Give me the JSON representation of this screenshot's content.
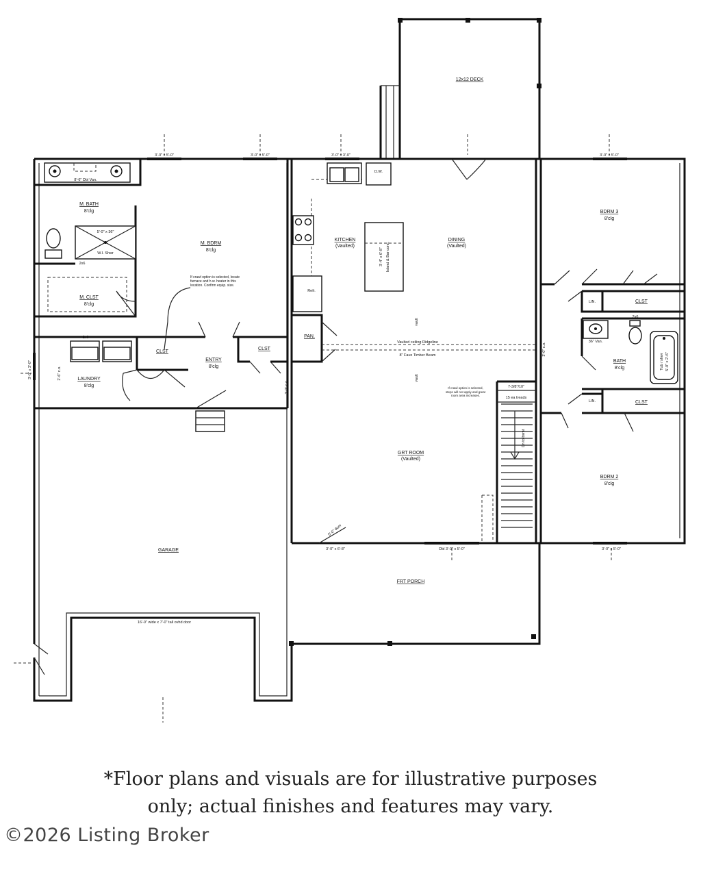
{
  "rooms": {
    "deck": "12x12 DECK",
    "master_bath": "M. BATH",
    "master_bath_clg": "8'clg",
    "double_vanity": "8'-6\" Dbl Van.",
    "shower_size": "5'-0\" x 36\"",
    "walk_in_shower": "W.I. Shwr",
    "master_bedroom": "M. BDRM",
    "master_bedroom_clg": "8'clg",
    "master_closet": "M. CLST",
    "master_closet_clg": "8'clg",
    "laundry": "LAUNDRY",
    "laundry_clg": "8'clg",
    "closet_mid": "CLST",
    "entry": "ENTRY",
    "entry_clg": "8'clg",
    "closet_entry": "CLST",
    "kitchen": "KITCHEN",
    "kitchen_sub": "(Vaulted)",
    "island": "3'-4\" x 6'-8\"",
    "island_sub": "Island & Bar conc.",
    "dining": "DINING",
    "dining_sub": "(Vaulted)",
    "refrigerator": "Refr.",
    "pantry": "PAN.",
    "dishwasher": "D.W.",
    "bedroom3": "BDRM 3",
    "bedroom3_clg": "8'clg",
    "linen_upper": "LIN.",
    "closet_b3": "CLST",
    "bath": "BATH",
    "bath_clg": "8'clg",
    "vanity36": "36\" Van.",
    "tub_shower": "Tub / shwr",
    "tub_size": "5'-0\" x 2'-6\"",
    "linen_lower": "LIN.",
    "closet_b2": "CLST",
    "bedroom2": "BDRM 2",
    "bedroom2_clg": "8'clg",
    "great_room": "GRT ROOM",
    "great_room_sub": "(Vaulted)",
    "garage": "GARAGE",
    "garage_door": "16'-0\" wide x 7'-0\" tall ovhd door",
    "front_porch": "FRT PORCH",
    "vault_a": "vault",
    "vault_b": "vault",
    "ridgeline": "Vaulted ceiling Ridgeline",
    "faux_beam": "8\" Faux Timber Beam",
    "stair_rise": "7-3/8\"/10\"",
    "stair_treads": "15 ea treads",
    "stair_dn": "Dn to bsmt",
    "two_by_six_a": "2x6",
    "two_by_six_b": "2x6",
    "two_by_six_c": "2x6",
    "door_60": "5'-0\" door"
  },
  "windows": {
    "w1": "3'-0\" x 5'-0\"",
    "w2": "3'-0\" x 5'-0\"",
    "w3": "3'-0\" x 3'-0\"",
    "w4": "3'-0\" x 5'-0\"",
    "w5": "3'-0\" x 3'-0\"",
    "w6": "Dbl 3'-0\" x 5'-0\"",
    "w7": "3'-0\" x 5'-0\"",
    "door_front": "3'-0\" x 6'-8\"",
    "cd1": "3'-0\" c.o.",
    "cd2": "3'-0\" c.o.",
    "cd3": "2'-6\" c.o.",
    "cd4": "3'-0\" c.o."
  },
  "notes": {
    "crawl_furnace": "If crawl option is selected, locate furnace and h.w. heater in this location. Confirm equip. size.",
    "crawl_stairs": "If crawl option is selected, steps will not apply and great room area increases."
  },
  "disclaimer": {
    "line1": "*Floor plans and visuals are for illustrative purposes",
    "line2": "only; actual finishes and features may vary."
  },
  "copyright": "©2026 Listing Broker"
}
